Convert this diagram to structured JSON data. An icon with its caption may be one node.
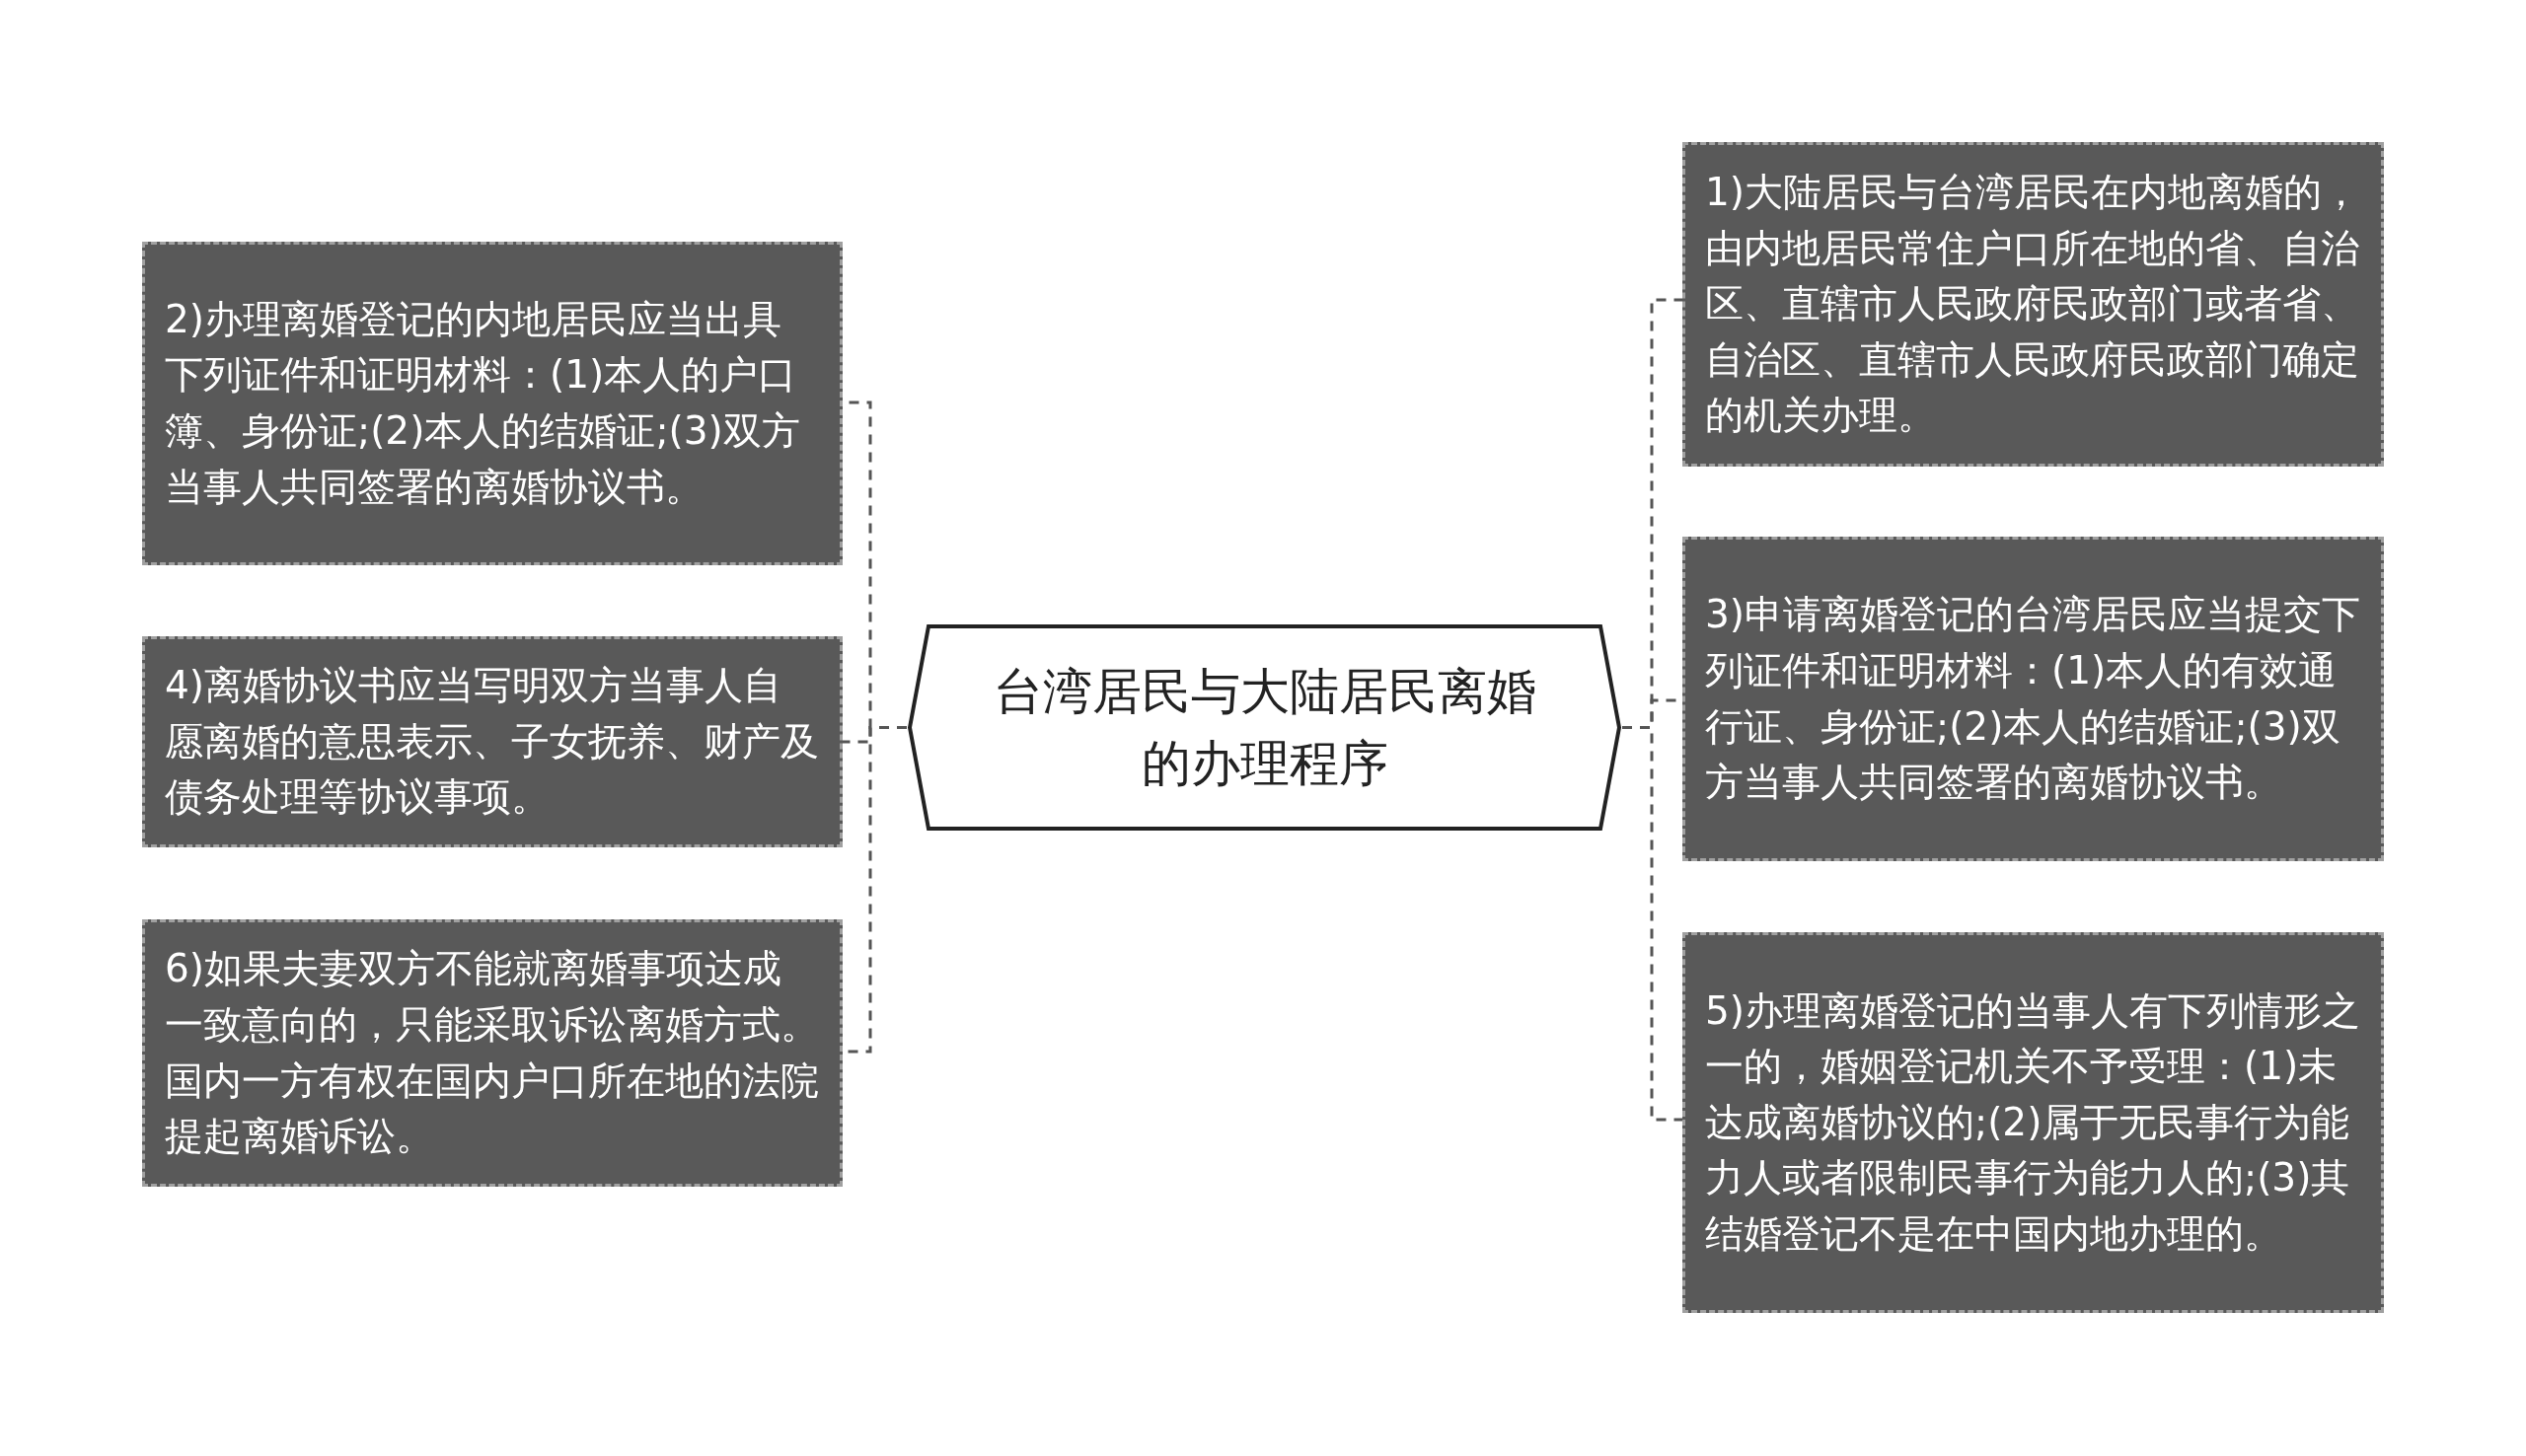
{
  "diagram": {
    "nodes": [
      {
        "text": [
          "台湾居民与大陆居民离婚的办理程序"
        ]
      },
      {
        "text": [
          "1)大陆居民与台湾居民在内地离婚的，由内地居民常住户口所在地的省、自治区、直辖市人民政府民政部门或者省、自治区、直辖市人民政府民政部门确定的机关办理。"
        ]
      },
      {
        "text": [
          "2)办理离婚登记的内地居民应当出具下列证件和证明材料：(1)本人的户口簿、身份证;(2)本人的结婚证;(3)双方当事人共同签署的离婚协议书。"
        ]
      },
      {
        "text": [
          "3)申请离婚登记的台湾居民应当提交下列证件和证明材料：(1)本人的有效通行证、身份证;(2)本人的结婚证;(3)双方当事人共同签署的离婚协议书。"
        ]
      },
      {
        "text": [
          "4)离婚协议书应当写明双方当事人自愿离婚的意思表示、子女抚养、财产及债务处理等协议事项。"
        ]
      },
      {
        "text": [
          "5)办理离婚登记的当事人有下列情形之一的，婚姻登记机关不予受理：(1)未达成离婚协议的;(2)属于无民事行为能力人或者限制民事行为能力人的;(3)其结婚登记不是在中国内地办理的。"
        ]
      },
      {
        "text": [
          "6)如果夫妻双方不能就离婚事项达成一致意向的，只能采取诉讼离婚方式。国内一方有权在国内户口所在地的法院提起离婚诉讼。"
        ]
      }
    ],
    "edges": [
      {
        "from": 0,
        "to": 1,
        "arrow": "none",
        "style": "dashed"
      },
      {
        "from": 0,
        "to": 2,
        "arrow": "none",
        "style": "dashed"
      },
      {
        "from": 0,
        "to": 3,
        "arrow": "none",
        "style": "dashed"
      },
      {
        "from": 0,
        "to": 4,
        "arrow": "none",
        "style": "dashed"
      },
      {
        "from": 0,
        "to": 5,
        "arrow": "none",
        "style": "dashed"
      },
      {
        "from": 0,
        "to": 6,
        "arrow": "none",
        "style": "dashed"
      }
    ]
  }
}
